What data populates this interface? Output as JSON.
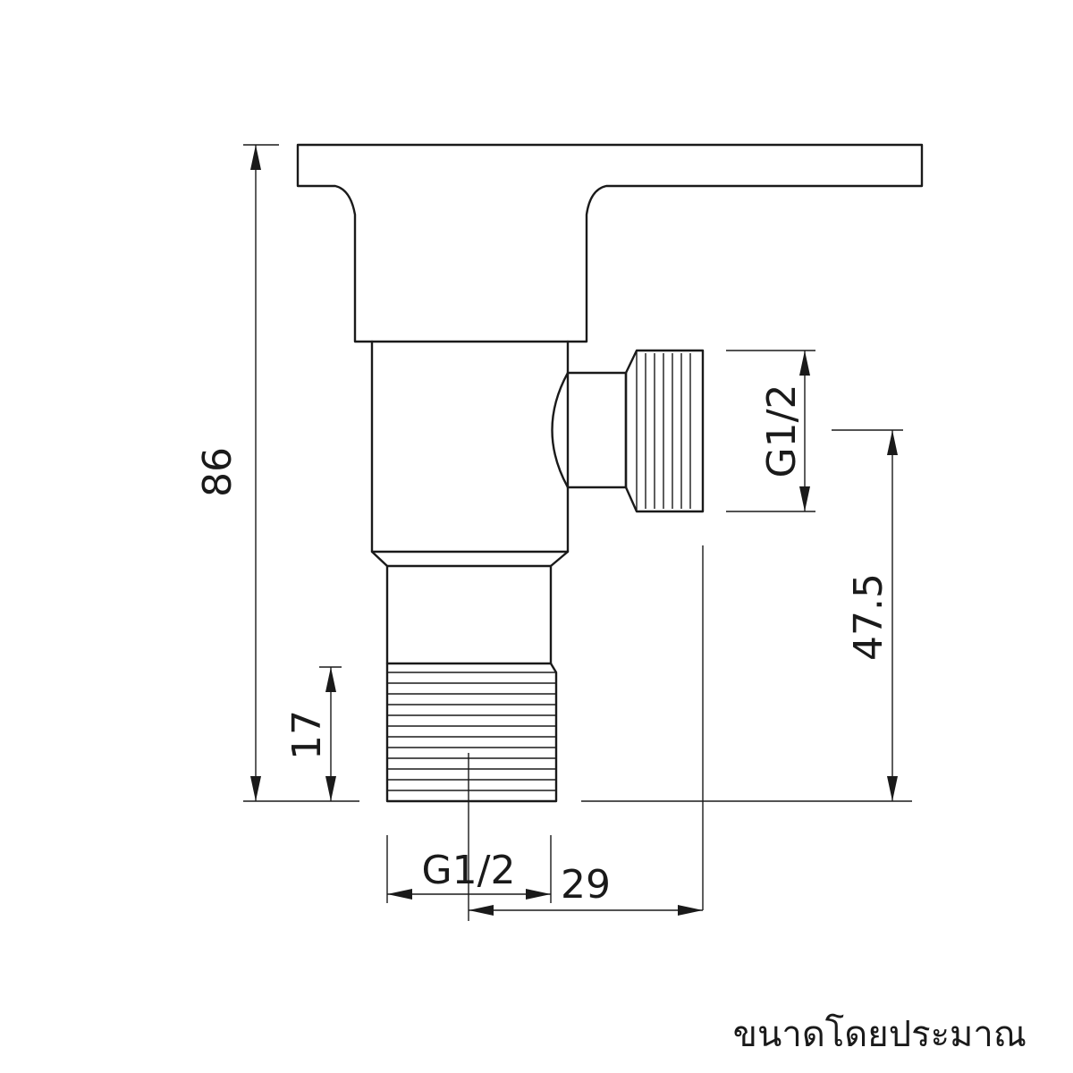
{
  "dimensions": {
    "overall_height": "86",
    "outlet_height": "47.5",
    "inlet_thread_length": "17",
    "inlet_thread": "G1/2",
    "outlet_thread": "G1/2",
    "outlet_offset": "29"
  },
  "note": "ขนาดโดยประมาณ"
}
